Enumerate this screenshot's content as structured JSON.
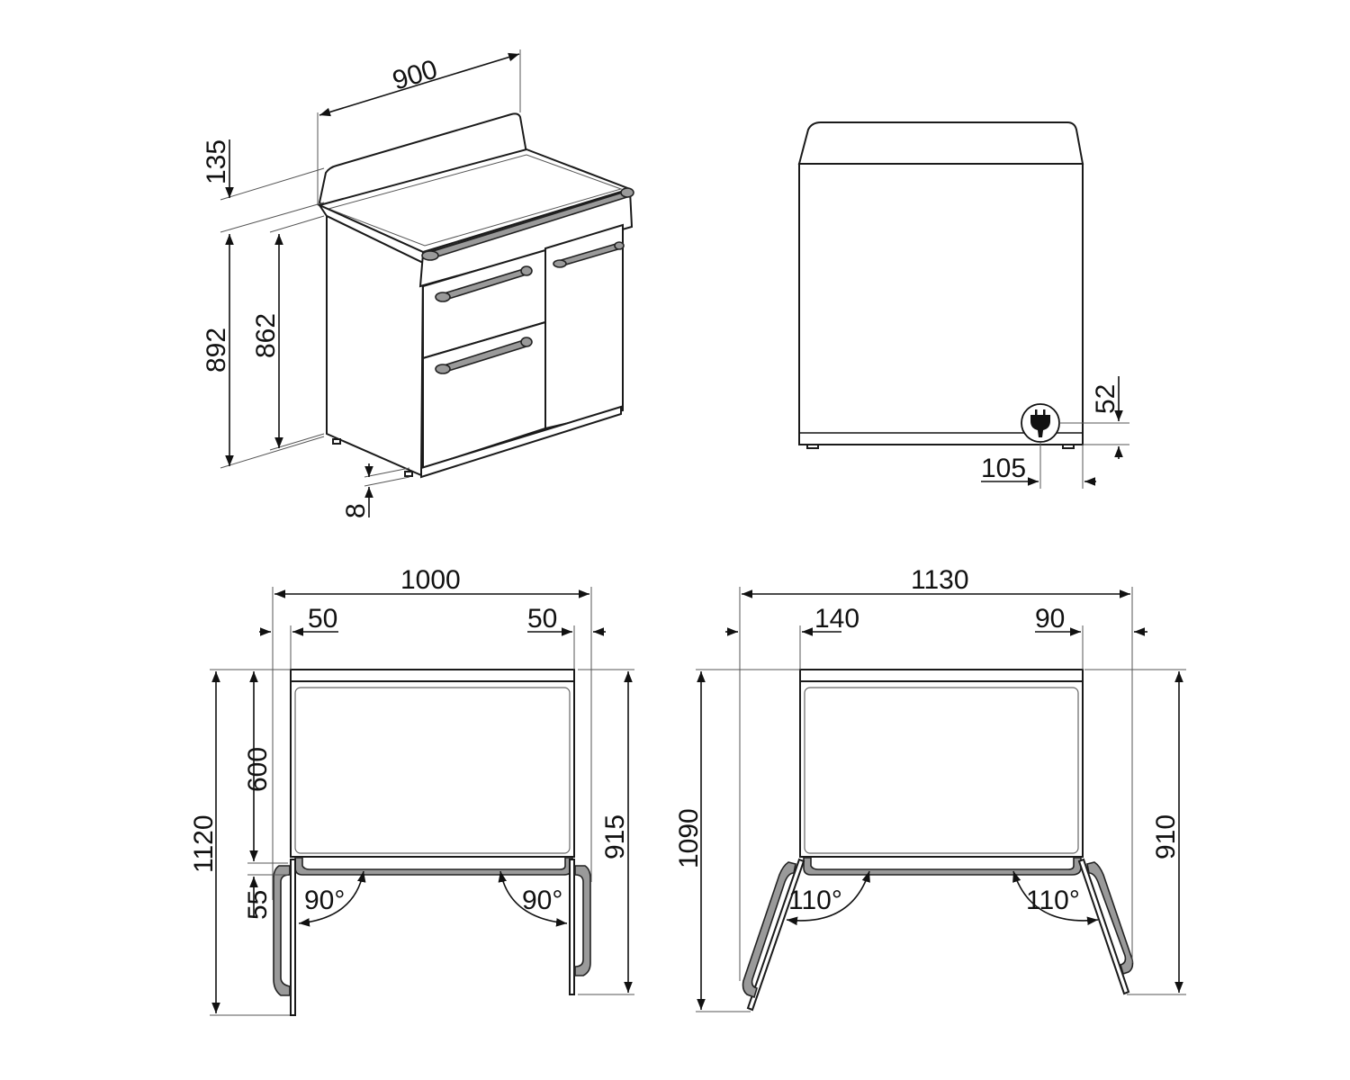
{
  "drawing": {
    "units": "mm",
    "colors": {
      "line": "#1a1a1a",
      "handle_fill": "#9a9a9a",
      "background": "#ffffff"
    },
    "isometric_view": {
      "width": "900",
      "backsplash_height": "135",
      "total_height": "892",
      "worktop_height": "862",
      "foot_height": "8"
    },
    "side_view": {
      "plug_height": "52",
      "plug_offset": "105",
      "icon": "power-plug-icon"
    },
    "plan_90": {
      "overall_width": "1000",
      "left_clearance": "50",
      "right_clearance": "50",
      "depth_600": "600",
      "depth_55": "55",
      "overall_depth_left": "1120",
      "overall_depth_right": "915",
      "angle_left": "90°",
      "angle_right": "90°"
    },
    "plan_110": {
      "overall_width": "1130",
      "left_clearance": "140",
      "right_clearance": "90",
      "overall_depth_left": "1090",
      "overall_depth_right": "910",
      "angle_left": "110°",
      "angle_right": "110°"
    }
  }
}
